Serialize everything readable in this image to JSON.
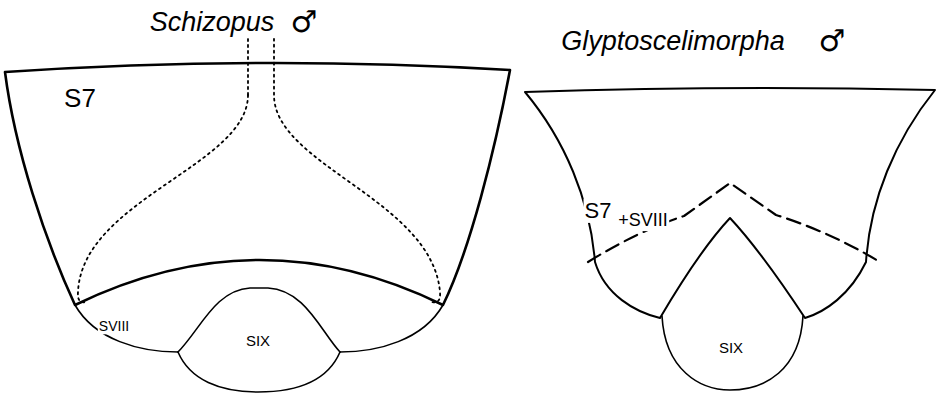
{
  "diagram": {
    "labels": [
      "Schizopus",
      "♂",
      "S7",
      "SVIII",
      "SIX",
      "Glyptoscelimorpha",
      "♂",
      "S7",
      "+SVIII",
      "SIX"
    ]
  }
}
